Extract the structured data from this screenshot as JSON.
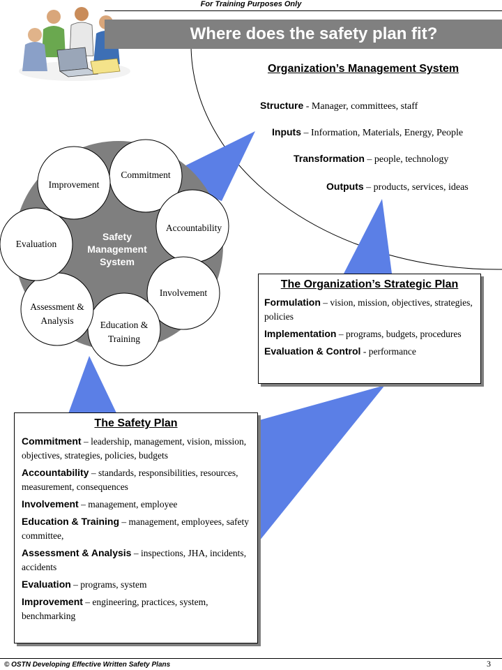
{
  "header": {
    "note": "For Training Purposes Only",
    "title": "Where does the safety plan fit?"
  },
  "management_system": {
    "title": "Organization’s Management System",
    "lines": [
      {
        "key": "Structure",
        "sep": " - ",
        "value": "Manager, committees, staff"
      },
      {
        "key": "Inputs",
        "sep": " – ",
        "value": "Information, Materials, Energy, People"
      },
      {
        "key": "Transformation",
        "sep": " – ",
        "value": "people, technology"
      },
      {
        "key": "Outputs",
        "sep": " – ",
        "value": "products, services, ideas"
      }
    ]
  },
  "cycle": {
    "center": [
      "Safety",
      "Management",
      "System"
    ],
    "circles": [
      "Commitment",
      "Accountability",
      "Involvement",
      "Education &",
      "Training",
      "Assessment &",
      "Analysis",
      "Evaluation",
      "Improvement"
    ]
  },
  "strategic_plan": {
    "title": "The Organization’s Strategic Plan",
    "items": [
      {
        "key": "Formulation",
        "sep": " – ",
        "value": "vision, mission, objectives, strategies, policies"
      },
      {
        "key": "Implementation",
        "sep": " – ",
        "value": "programs, budgets, procedures"
      },
      {
        "key": "Evaluation & Control",
        "sep": " - ",
        "value": "performance"
      }
    ]
  },
  "safety_plan": {
    "title": "The Safety Plan",
    "items": [
      {
        "key": "Commitment",
        "sep": " – ",
        "value": "leadership, management, vision, mission, objectives, strategies, policies, budgets"
      },
      {
        "key": "Accountability",
        "sep": " – ",
        "value": "standards, responsibilities, resources, measurement, consequences"
      },
      {
        "key": "Involvement",
        "sep": " – ",
        "value": "management, employee"
      },
      {
        "key": "Education & Training",
        "sep": " – ",
        "value": "management, employees, safety committee,"
      },
      {
        "key": "Assessment & Analysis",
        "sep": " – ",
        "value": "inspections, JHA, incidents, accidents"
      },
      {
        "key": "Evaluation",
        "sep": " – ",
        "value": "programs, system"
      },
      {
        "key": "Improvement",
        "sep": " – ",
        "value": "engineering, practices, system, benchmarking"
      }
    ]
  },
  "footer": {
    "copyright": "© OSTN Developing Effective Written Safety Plans",
    "page": "3"
  },
  "colors": {
    "arrow_blue": "#5b7fe6",
    "title_bar": "#808080",
    "ring_gray": "#7f7f7f"
  }
}
